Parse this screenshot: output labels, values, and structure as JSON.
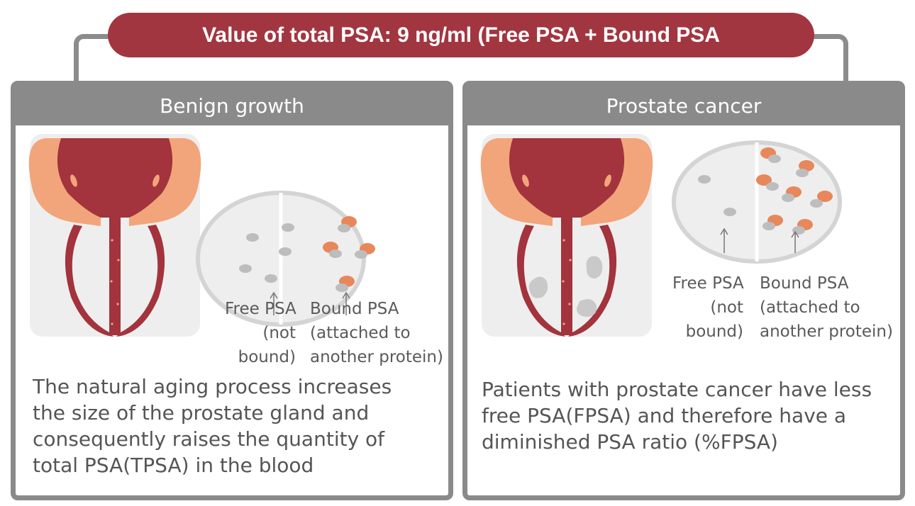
{
  "title": "Value of total PSA: 9 ng/ml (Free PSA + Bound PSA",
  "colors": {
    "accent": "#a23640",
    "frame_gray": "#8a8a8a",
    "prostate_orange": "#f2a57a",
    "psa_orange": "#e8875a",
    "psa_gray": "#bdbdbd"
  },
  "benign": {
    "header": "Benign growth",
    "free_label": [
      "Free PSA",
      "(not",
      "bound)"
    ],
    "bound_label": [
      "Bound PSA",
      "(attached to",
      "another protein)"
    ],
    "description": "The natural aging process increases the size of the prostate gland and consequently raises the quantity of total PSA(TPSA) in the blood"
  },
  "cancer": {
    "header": "Prostate cancer",
    "free_label": [
      "Free PSA",
      "(not",
      "bound)"
    ],
    "bound_label": [
      "Bound PSA",
      "(attached to",
      "another protein)"
    ],
    "description": "Patients with prostate cancer have less free PSA(FPSA) and therefore have a diminished PSA ratio (%FPSA)"
  }
}
